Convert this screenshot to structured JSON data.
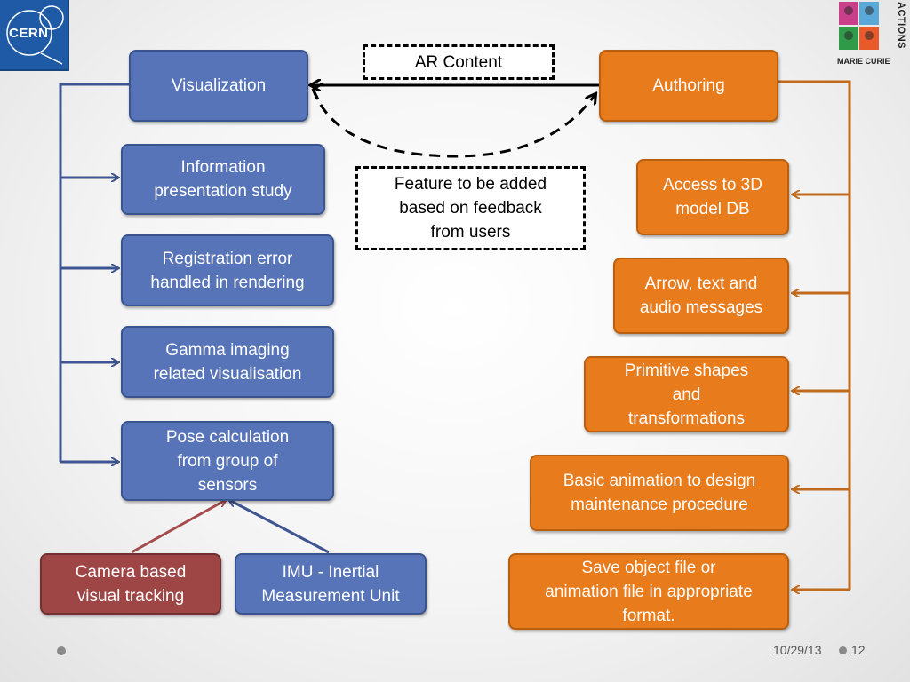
{
  "logos": {
    "cern": "CERN",
    "marie_curie": "MARIE CURIE",
    "actions": "ACTIONS"
  },
  "nodes": {
    "visualization": "Visualization",
    "authoring": "Authoring",
    "ar_content": "AR Content",
    "feedback_note": "Feature to be added\nbased on feedback\nfrom users",
    "info_presentation": "Information\npresentation study",
    "registration_error": "Registration error\nhandled in rendering",
    "gamma_imaging": "Gamma imaging\nrelated visualisation",
    "pose_calculation": "Pose calculation\nfrom group of\nsensors",
    "camera_tracking": "Camera based\nvisual tracking",
    "imu": "IMU - Inertial\nMeasurement Unit",
    "access_3d": "Access to 3D\nmodel DB",
    "arrow_text_audio": "Arrow, text and\naudio messages",
    "primitive_shapes": "Primitive shapes\nand\ntransformations",
    "basic_animation": "Basic animation to design\nmaintenance procedure",
    "save_object": "Save object file or\nanimation file in appropriate\nformat."
  },
  "footer": {
    "date": "10/29/13",
    "page": "12"
  },
  "colors": {
    "blue": "#5874b8",
    "orange": "#e87b1c",
    "red": "#9e4546",
    "blue_line": "#3f5591",
    "orange_line": "#c06a1d",
    "red_line": "#a64a4b"
  }
}
